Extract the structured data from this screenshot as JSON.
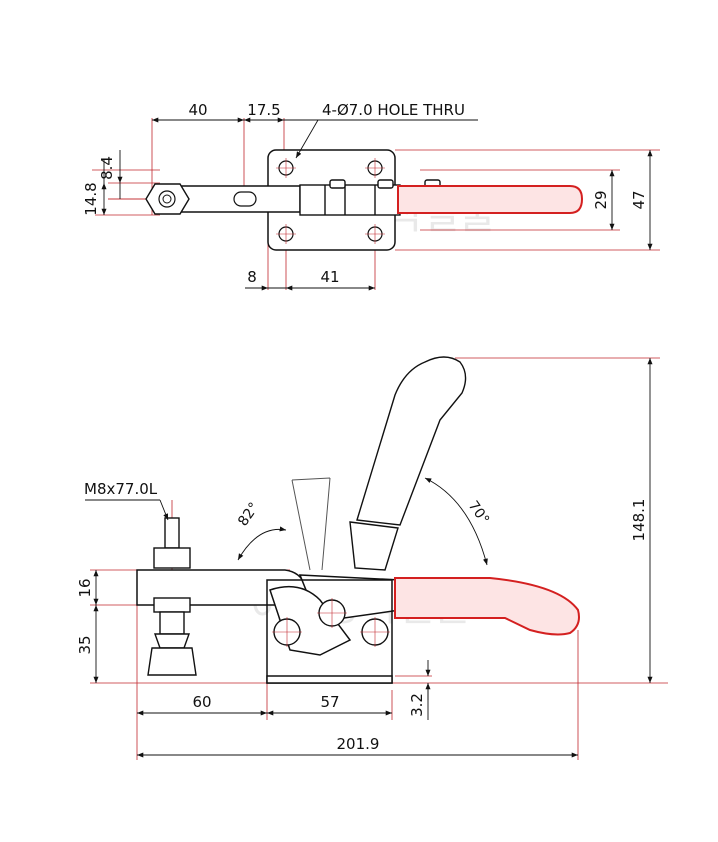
{
  "top_view": {
    "dim_40": "40",
    "dim_17_5": "17.5",
    "hole_note": "4-Ø7.0 HOLE THRU",
    "dim_8_4": "8.4",
    "dim_14_8": "14.8",
    "dim_29": "29",
    "dim_47": "47",
    "dim_8": "8",
    "dim_41": "41"
  },
  "side_view": {
    "spindle_note": "M8x77.0L",
    "angle_82": "82°",
    "angle_70": "70°",
    "dim_148_1": "148.1",
    "dim_16": "16",
    "dim_35": "35",
    "dim_60": "60",
    "dim_57": "57",
    "dim_3_2": "3.2",
    "dim_201_9": "201.9"
  },
  "watermark": "이지장식철물",
  "colors": {
    "handle_stroke": "#d42020",
    "handle_fill": "#fde4e4",
    "line": "#111111",
    "dim_line": "#c1272d"
  }
}
